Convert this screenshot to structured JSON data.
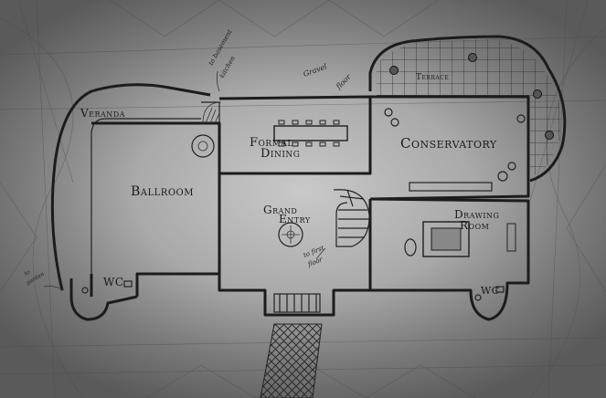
{
  "rooms": {
    "veranda": "Veranda",
    "ballroom": "Ballroom",
    "formal_dining_1": "Formal",
    "formal_dining_2": "Dining",
    "conservatory": "Conservatory",
    "terrace": "Terrace",
    "grand_entry_1": "Grand",
    "grand_entry_2": "Entry",
    "drawing_room_1": "Drawing",
    "drawing_room_2": "Room",
    "wc_left": "WC",
    "wc_right": "WC"
  },
  "notes": {
    "basement_1": "to basement",
    "basement_2": "kitchen",
    "gravel_1": "Gravel",
    "gravel_2": "floor",
    "first_floor_1": "to first",
    "first_floor_2": "floor",
    "garden_1": "to",
    "garden_2": "garden"
  },
  "colors": {
    "ink": "#1c1c1c",
    "paper": "#c9c9c9"
  }
}
